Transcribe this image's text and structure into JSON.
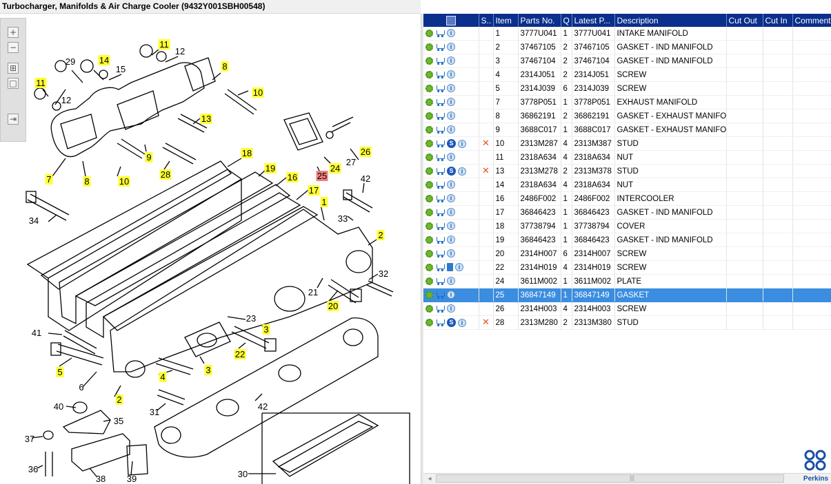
{
  "window": {
    "title": "Turbocharger, Manifolds & Air Charge Cooler (9432Y001SBH00548)"
  },
  "toolbar": {
    "zoom_in": "+",
    "zoom_out": "−",
    "fit": "⊞",
    "actual_size": "□",
    "export": "⇥"
  },
  "diagram": {
    "callouts": [
      {
        "label": "11",
        "style": "yellow"
      },
      {
        "label": "12",
        "style": "plain"
      },
      {
        "label": "29",
        "style": "plain"
      },
      {
        "label": "14",
        "style": "yellow"
      },
      {
        "label": "15",
        "style": "plain"
      },
      {
        "label": "11",
        "style": "yellow"
      },
      {
        "label": "12",
        "style": "plain"
      },
      {
        "label": "8",
        "style": "yellow"
      },
      {
        "label": "10",
        "style": "yellow"
      },
      {
        "label": "13",
        "style": "yellow"
      },
      {
        "label": "9",
        "style": "yellow"
      },
      {
        "label": "7",
        "style": "yellow"
      },
      {
        "label": "8",
        "style": "yellow"
      },
      {
        "label": "10",
        "style": "yellow"
      },
      {
        "label": "28",
        "style": "yellow"
      },
      {
        "label": "18",
        "style": "yellow"
      },
      {
        "label": "19",
        "style": "yellow"
      },
      {
        "label": "16",
        "style": "yellow"
      },
      {
        "label": "17",
        "style": "yellow"
      },
      {
        "label": "1",
        "style": "yellow"
      },
      {
        "label": "25",
        "style": "red"
      },
      {
        "label": "24",
        "style": "yellow"
      },
      {
        "label": "27",
        "style": "plain"
      },
      {
        "label": "26",
        "style": "yellow"
      },
      {
        "label": "42",
        "style": "plain"
      },
      {
        "label": "34",
        "style": "plain"
      },
      {
        "label": "33",
        "style": "plain"
      },
      {
        "label": "2",
        "style": "yellow"
      },
      {
        "label": "32",
        "style": "plain"
      },
      {
        "label": "21",
        "style": "plain"
      },
      {
        "label": "20",
        "style": "yellow"
      },
      {
        "label": "23",
        "style": "plain"
      },
      {
        "label": "3",
        "style": "yellow"
      },
      {
        "label": "41",
        "style": "plain"
      },
      {
        "label": "22",
        "style": "yellow"
      },
      {
        "label": "5",
        "style": "yellow"
      },
      {
        "label": "3",
        "style": "yellow"
      },
      {
        "label": "4",
        "style": "yellow"
      },
      {
        "label": "6",
        "style": "plain"
      },
      {
        "label": "2",
        "style": "yellow"
      },
      {
        "label": "40",
        "style": "plain"
      },
      {
        "label": "31",
        "style": "plain"
      },
      {
        "label": "35",
        "style": "plain"
      },
      {
        "label": "42",
        "style": "plain"
      },
      {
        "label": "37",
        "style": "plain"
      },
      {
        "label": "36",
        "style": "plain"
      },
      {
        "label": "38",
        "style": "plain"
      },
      {
        "label": "39",
        "style": "plain"
      },
      {
        "label": "30",
        "style": "plain"
      }
    ]
  },
  "grid": {
    "columns": [
      "",
      "S..",
      "Item",
      "Parts No.",
      "Q",
      "Latest P...",
      "Description",
      "Cut Out",
      "Cut In",
      "Comment"
    ],
    "rows": [
      {
        "item": "1",
        "part": "3777U041",
        "qty": "1",
        "latest": "3777U041",
        "desc": "INTAKE MANIFOLD",
        "sbadge": false,
        "book": false,
        "x": false,
        "selected": false
      },
      {
        "item": "2",
        "part": "37467105",
        "qty": "2",
        "latest": "37467105",
        "desc": "GASKET - IND MANIFOLD",
        "sbadge": false,
        "book": false,
        "x": false,
        "selected": false
      },
      {
        "item": "3",
        "part": "37467104",
        "qty": "2",
        "latest": "37467104",
        "desc": "GASKET - IND MANIFOLD",
        "sbadge": false,
        "book": false,
        "x": false,
        "selected": false
      },
      {
        "item": "4",
        "part": "2314J051",
        "qty": "2",
        "latest": "2314J051",
        "desc": "SCREW",
        "sbadge": false,
        "book": false,
        "x": false,
        "selected": false
      },
      {
        "item": "5",
        "part": "2314J039",
        "qty": "6",
        "latest": "2314J039",
        "desc": "SCREW",
        "sbadge": false,
        "book": false,
        "x": false,
        "selected": false
      },
      {
        "item": "7",
        "part": "3778P051",
        "qty": "1",
        "latest": "3778P051",
        "desc": "EXHAUST MANIFOLD",
        "sbadge": false,
        "book": false,
        "x": false,
        "selected": false
      },
      {
        "item": "8",
        "part": "36862191",
        "qty": "2",
        "latest": "36862191",
        "desc": "GASKET - EXHAUST MANIFOLD",
        "sbadge": false,
        "book": false,
        "x": false,
        "selected": false
      },
      {
        "item": "9",
        "part": "3688C017",
        "qty": "1",
        "latest": "3688C017",
        "desc": "GASKET - EXHAUST MANIFOLD",
        "sbadge": false,
        "book": false,
        "x": false,
        "selected": false
      },
      {
        "item": "10",
        "part": "2313M287",
        "qty": "4",
        "latest": "2313M387",
        "desc": "STUD",
        "sbadge": true,
        "book": false,
        "x": true,
        "selected": false
      },
      {
        "item": "11",
        "part": "2318A634",
        "qty": "4",
        "latest": "2318A634",
        "desc": "NUT",
        "sbadge": false,
        "book": false,
        "x": false,
        "selected": false
      },
      {
        "item": "13",
        "part": "2313M278",
        "qty": "2",
        "latest": "2313M378",
        "desc": "STUD",
        "sbadge": true,
        "book": false,
        "x": true,
        "selected": false
      },
      {
        "item": "14",
        "part": "2318A634",
        "qty": "4",
        "latest": "2318A634",
        "desc": "NUT",
        "sbadge": false,
        "book": false,
        "x": false,
        "selected": false
      },
      {
        "item": "16",
        "part": "2486F002",
        "qty": "1",
        "latest": "2486F002",
        "desc": "INTERCOOLER",
        "sbadge": false,
        "book": false,
        "x": false,
        "selected": false
      },
      {
        "item": "17",
        "part": "36846423",
        "qty": "1",
        "latest": "36846423",
        "desc": "GASKET - IND MANIFOLD",
        "sbadge": false,
        "book": false,
        "x": false,
        "selected": false
      },
      {
        "item": "18",
        "part": "37738794",
        "qty": "1",
        "latest": "37738794",
        "desc": "COVER",
        "sbadge": false,
        "book": false,
        "x": false,
        "selected": false
      },
      {
        "item": "19",
        "part": "36846423",
        "qty": "1",
        "latest": "36846423",
        "desc": "GASKET - IND MANIFOLD",
        "sbadge": false,
        "book": false,
        "x": false,
        "selected": false
      },
      {
        "item": "20",
        "part": "2314H007",
        "qty": "6",
        "latest": "2314H007",
        "desc": "SCREW",
        "sbadge": false,
        "book": false,
        "x": false,
        "selected": false
      },
      {
        "item": "22",
        "part": "2314H019",
        "qty": "4",
        "latest": "2314H019",
        "desc": "SCREW",
        "sbadge": false,
        "book": true,
        "x": false,
        "selected": false
      },
      {
        "item": "24",
        "part": "3611M002",
        "qty": "1",
        "latest": "3611M002",
        "desc": "PLATE",
        "sbadge": false,
        "book": false,
        "x": false,
        "selected": false
      },
      {
        "item": "25",
        "part": "36847149",
        "qty": "1",
        "latest": "36847149",
        "desc": "GASKET",
        "sbadge": false,
        "book": false,
        "x": false,
        "selected": true
      },
      {
        "item": "26",
        "part": "2314H003",
        "qty": "4",
        "latest": "2314H003",
        "desc": "SCREW",
        "sbadge": false,
        "book": false,
        "x": false,
        "selected": false
      },
      {
        "item": "28",
        "part": "2313M280",
        "qty": "2",
        "latest": "2313M380",
        "desc": "STUD",
        "sbadge": true,
        "book": false,
        "x": true,
        "selected": false
      }
    ]
  },
  "scrollbar": {
    "left_arrow": "◂",
    "grip": "|||"
  },
  "brand": {
    "name": "Perkins"
  },
  "colors": {
    "header_bg": "#0a2f8c",
    "selected_row": "#3a8de0",
    "callout_yellow": "#ffff33",
    "callout_red": "#f08080",
    "x_mark": "#e0531d"
  }
}
